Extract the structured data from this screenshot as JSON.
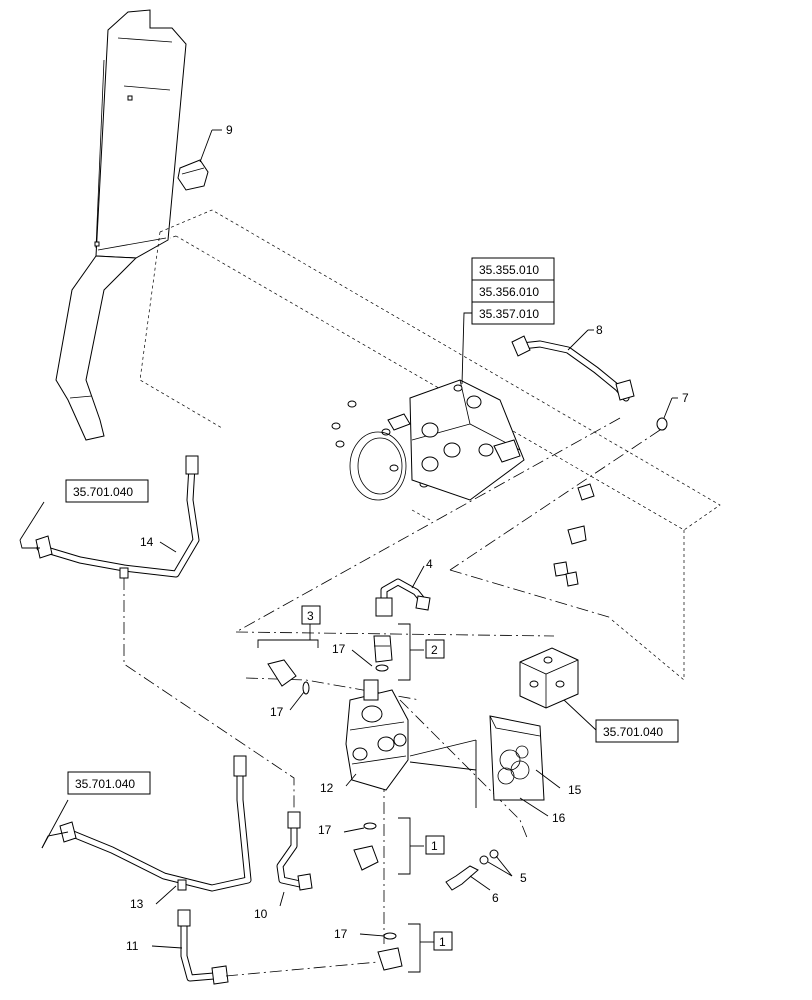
{
  "callouts": {
    "c1": "1",
    "c1b": "1",
    "c2": "2",
    "c3": "3",
    "c4": "4",
    "c5": "5",
    "c6": "6",
    "c7": "7",
    "c8": "8",
    "c9": "9",
    "c10": "10",
    "c11": "11",
    "c12": "12",
    "c13": "13",
    "c14": "14",
    "c15": "15",
    "c16": "16",
    "c17a": "17",
    "c17b": "17",
    "c17c": "17",
    "c17d": "17"
  },
  "refs": {
    "r1": "35.355.010",
    "r2": "35.356.010",
    "r3": "35.357.010",
    "r4": "35.701.040",
    "r5": "35.701.040",
    "r6": "35.701.040"
  }
}
